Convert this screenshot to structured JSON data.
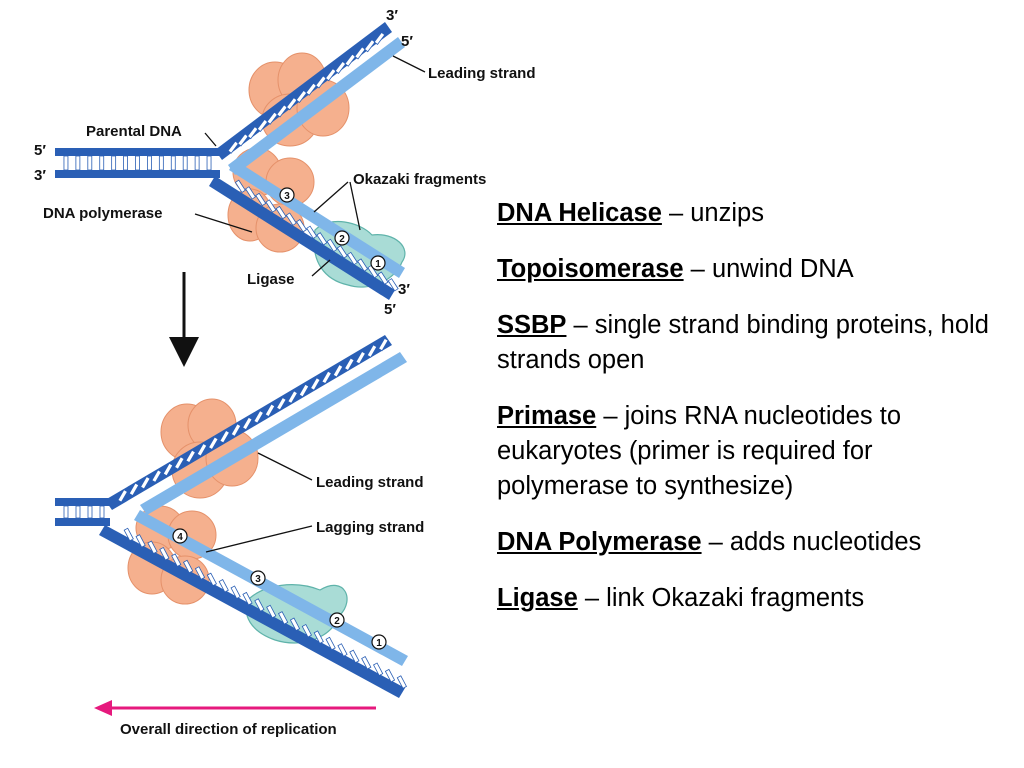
{
  "colors": {
    "strand_dark": "#2a5fb5",
    "strand_light": "#7fb6e9",
    "rung": "#ffffff",
    "helicase": "#f5b08e",
    "polymerase_teal": "#a9dcd6",
    "primer": "#e8763b",
    "arrow": "#e6197d"
  },
  "diagram": {
    "top": {
      "labels": {
        "leading_strand": "Leading strand",
        "parental_dna": "Parental DNA",
        "okazaki_fragments": "Okazaki fragments",
        "dna_polymerase": "DNA polymerase",
        "ligase": "Ligase"
      },
      "ends": {
        "upper_3": "3′",
        "upper_5": "5′",
        "left_5": "5′",
        "left_3": "3′",
        "lower_3": "3′",
        "lower_5": "5′"
      },
      "fragment_numbers": [
        "3",
        "2",
        "1"
      ]
    },
    "bottom": {
      "labels": {
        "leading_strand": "Leading strand",
        "lagging_strand": "Lagging strand"
      },
      "fragment_numbers": [
        "4",
        "3",
        "2",
        "1"
      ]
    },
    "direction_label": "Overall direction of replication"
  },
  "legend": [
    {
      "term": "DNA Helicase",
      "desc": " – unzips"
    },
    {
      "term": "Topoisomerase",
      "desc": " – unwind DNA"
    },
    {
      "term": "SSBP",
      "desc": " – single strand binding proteins, hold strands open"
    },
    {
      "term": "Primase",
      "desc": " – joins RNA nucleotides to eukaryotes (primer is required for polymerase to synthesize)"
    },
    {
      "term": "DNA Polymerase",
      "desc": " – adds nucleotides"
    },
    {
      "term": "Ligase",
      "desc": " – link Okazaki fragments"
    }
  ]
}
